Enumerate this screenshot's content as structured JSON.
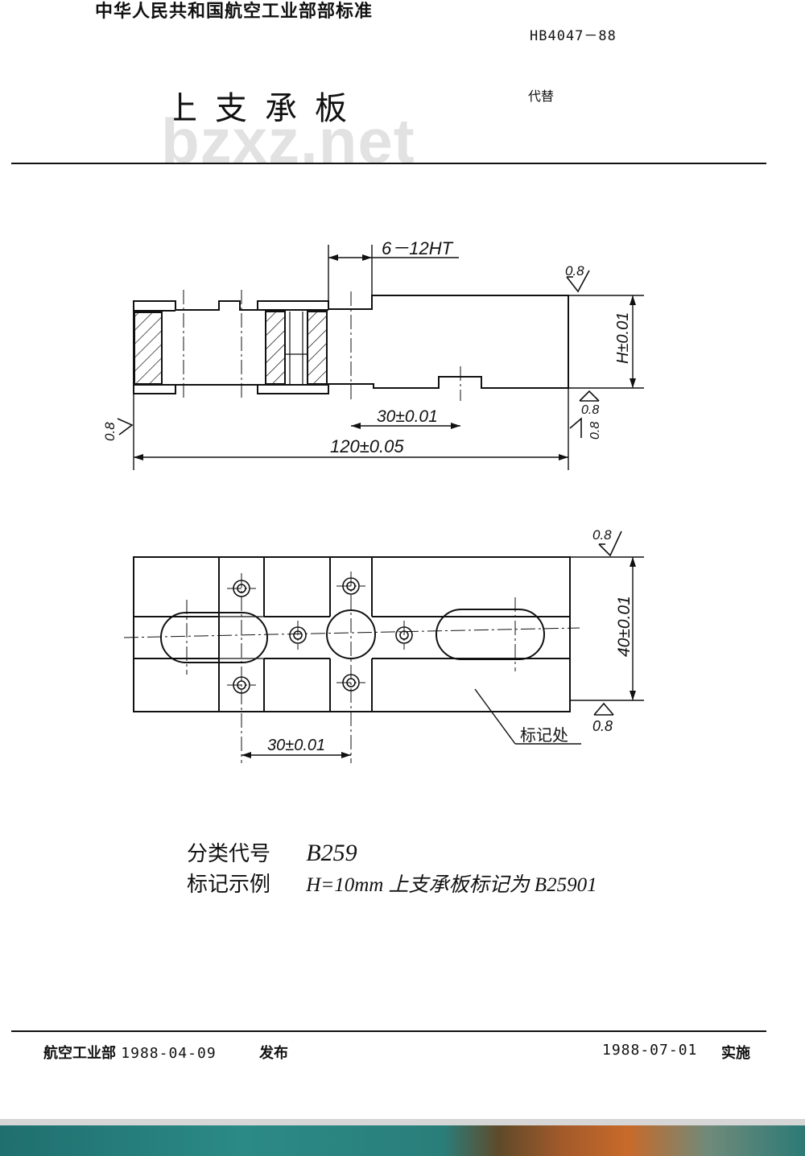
{
  "header": {
    "organization": "中华人民共和国航空工业部部标准",
    "standard_code": "HB4047－88",
    "title": "上支承板",
    "replaces_label": "代替"
  },
  "watermark": "bzxz.net",
  "drawing": {
    "side_view": {
      "hole_callout": "6－12HT",
      "roughness_top": "0.8",
      "roughness_left": "0.8",
      "roughness_right_a": "0.8",
      "roughness_right_b": "0.8",
      "height_dim": "H±0.01",
      "spacing_dim": "30±0.01",
      "length_dim": "120±0.05"
    },
    "top_view": {
      "roughness_top": "0.8",
      "roughness_bottom": "0.8",
      "width_dim": "40±0.01",
      "spacing_dim": "30±0.01",
      "marking_label": "标记处"
    }
  },
  "notes": {
    "classification_label": "分类代号",
    "classification_value": "B259",
    "example_label": "标记示例",
    "example_value": "H=10mm  上支承板标记为 B25901"
  },
  "footer": {
    "issuer": "航空工业部",
    "issue_date": "1988-04-09",
    "issue_word": "发布",
    "effective_date": "1988-07-01",
    "effective_word": "实施"
  }
}
